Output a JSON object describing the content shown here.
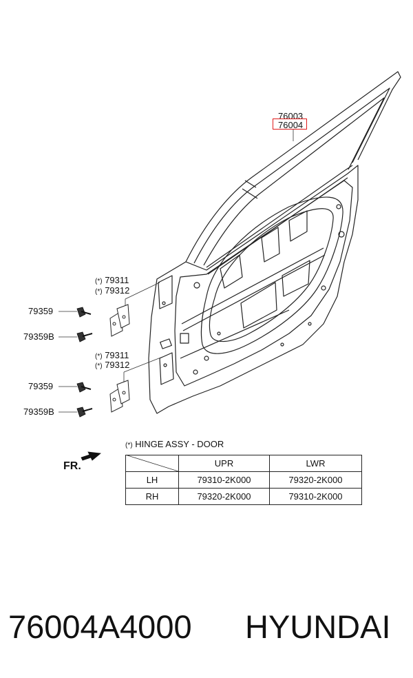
{
  "diagram": {
    "labels": {
      "part_a": "76003",
      "part_b": "76004",
      "upper_star1": "(*)",
      "upper_hinge1": "79311",
      "upper_star2": "(*)",
      "upper_hinge2": "79312",
      "upper_bolt1": "79359",
      "upper_bolt2": "79359B",
      "lower_star1": "(*)",
      "lower_hinge1": "79311",
      "lower_star2": "(*)",
      "lower_hinge2": "79312",
      "lower_bolt1": "79359",
      "lower_bolt2": "79359B"
    },
    "highlight_color": "#e01a1a",
    "fr_label": "FR.",
    "hinge_title_star": "(*)",
    "hinge_title": "HINGE ASSY - DOOR",
    "table": {
      "headers": [
        "",
        "UPR",
        "LWR"
      ],
      "rows": [
        [
          "LH",
          "79310-2K000",
          "79320-2K000"
        ],
        [
          "RH",
          "79320-2K000",
          "79310-2K000"
        ]
      ]
    }
  },
  "footer": {
    "part_number": "76004A4000",
    "brand": "HYUNDAI"
  }
}
